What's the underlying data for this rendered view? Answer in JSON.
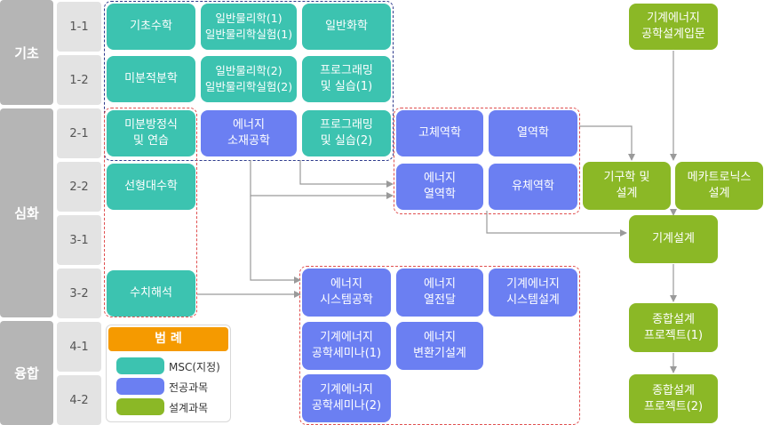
{
  "categories": {
    "basic": "기초",
    "advanced": "심화",
    "convergence": "융합"
  },
  "semesters": [
    "1-1",
    "1-2",
    "2-1",
    "2-2",
    "3-1",
    "3-2",
    "4-1",
    "4-2"
  ],
  "courses": {
    "calc_basic": "기초수학",
    "physics1": "일반물리학(1)\n일반물리학실험(1)",
    "chemistry": "일반화학",
    "diff_integral": "미분적분학",
    "physics2": "일반물리학(2)\n일반물리학실험(2)",
    "programming1": "프로그래밍\n및 실습(1)",
    "diff_eq": "미분방정식\n및 연습",
    "energy_materials": "에너지\n소재공학",
    "programming2": "프로그래밍\n및 실습(2)",
    "linear_algebra": "선형대수학",
    "numerical": "수치해석",
    "solid_mechanics": "고체역학",
    "thermodynamics": "열역학",
    "energy_thermal": "에너지\n열역학",
    "fluid_mechanics": "유체역학",
    "energy_systems": "에너지\n시스템공학",
    "energy_heat_transfer": "에너지\n열전달",
    "mech_energy_sys_design": "기계에너지\n시스템설계",
    "mech_energy_seminar1": "기계에너지\n공학세미나(1)",
    "energy_converter": "에너지\n변환기설계",
    "mech_energy_seminar2": "기계에너지\n공학세미나(2)",
    "intro_design": "기계에너지\n공학설계입문",
    "mechanism_design": "기구학 및\n설계",
    "mechatronics_design": "메카트로닉스\n설계",
    "machine_design": "기계설계",
    "capstone1": "종합설계\n프로젝트(1)",
    "capstone2": "종합설계\n프로젝트(2)"
  },
  "legend": {
    "title": "범 례",
    "items": [
      {
        "label": "MSC(지정)",
        "color": "#3cc3b0"
      },
      {
        "label": "전공과목",
        "color": "#6b7ff2"
      },
      {
        "label": "설계과목",
        "color": "#8bb826"
      }
    ]
  },
  "colors": {
    "msc": "#3cc3b0",
    "major": "#6b7ff2",
    "design": "#8bb826",
    "category": "#b5b5b5",
    "semester": "#e3e3e3",
    "legend_title": "#f59a00",
    "arrow": "#9a9a9a"
  }
}
